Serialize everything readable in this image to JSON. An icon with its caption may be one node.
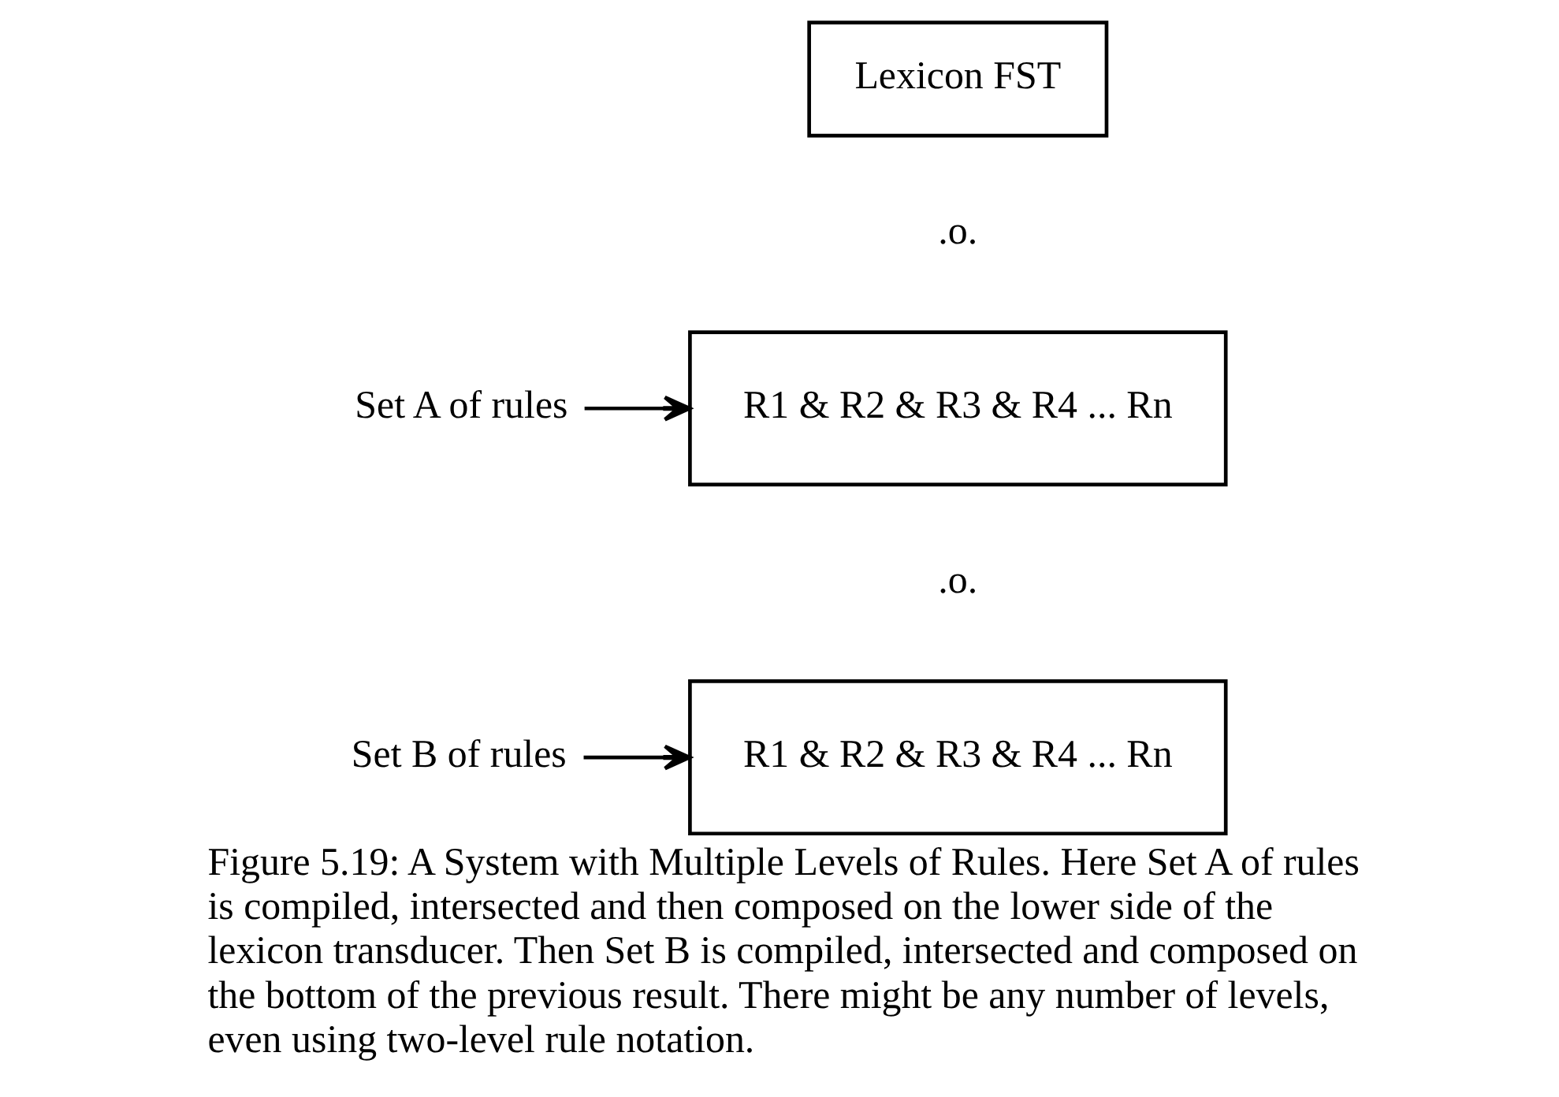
{
  "diagram": {
    "caption": "Figure 5.19: A System with Multiple Levels of Rules. Here Set A of rules is compiled, intersected and then composed on the lower side of the lexicon transducer. Then Set B is compiled, intersected and composed on the bottom of the previous result. There might be any number of levels, even using two-level rule notation.",
    "nodes": [
      {
        "text": [
          "Lexicon FST"
        ]
      },
      {
        "text": [
          "R1 & R2 & R3 & R4 ... Rn"
        ]
      },
      {
        "text": [
          "R1 & R2 & R3 & R4 ... Rn"
        ]
      },
      {
        "text": [
          "Set A of rules"
        ]
      },
      {
        "text": [
          "Set B of rules"
        ]
      }
    ],
    "edges": [
      {
        "from": 3,
        "to": 1,
        "arrow": "to"
      },
      {
        "from": 4,
        "to": 2,
        "arrow": "to"
      }
    ],
    "labels": [
      ".o.",
      ".o."
    ]
  }
}
